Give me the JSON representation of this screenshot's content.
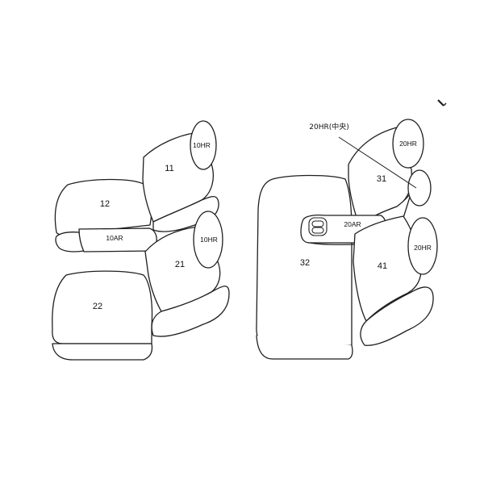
{
  "left_group": {
    "seat_11": "11",
    "seat_12": "12",
    "seat_21": "21",
    "seat_22": "22",
    "armrest_10ar": "10AR",
    "headrest_top": "10HR",
    "headrest_mid": "10HR"
  },
  "right_group": {
    "callout_20hr_center": "20HR(中央)",
    "headrest_top": "20HR",
    "headrest_bottom": "20HR",
    "seat_31": "31",
    "seat_32": "32",
    "seat_41": "41",
    "armrest_20ar": "20AR"
  }
}
